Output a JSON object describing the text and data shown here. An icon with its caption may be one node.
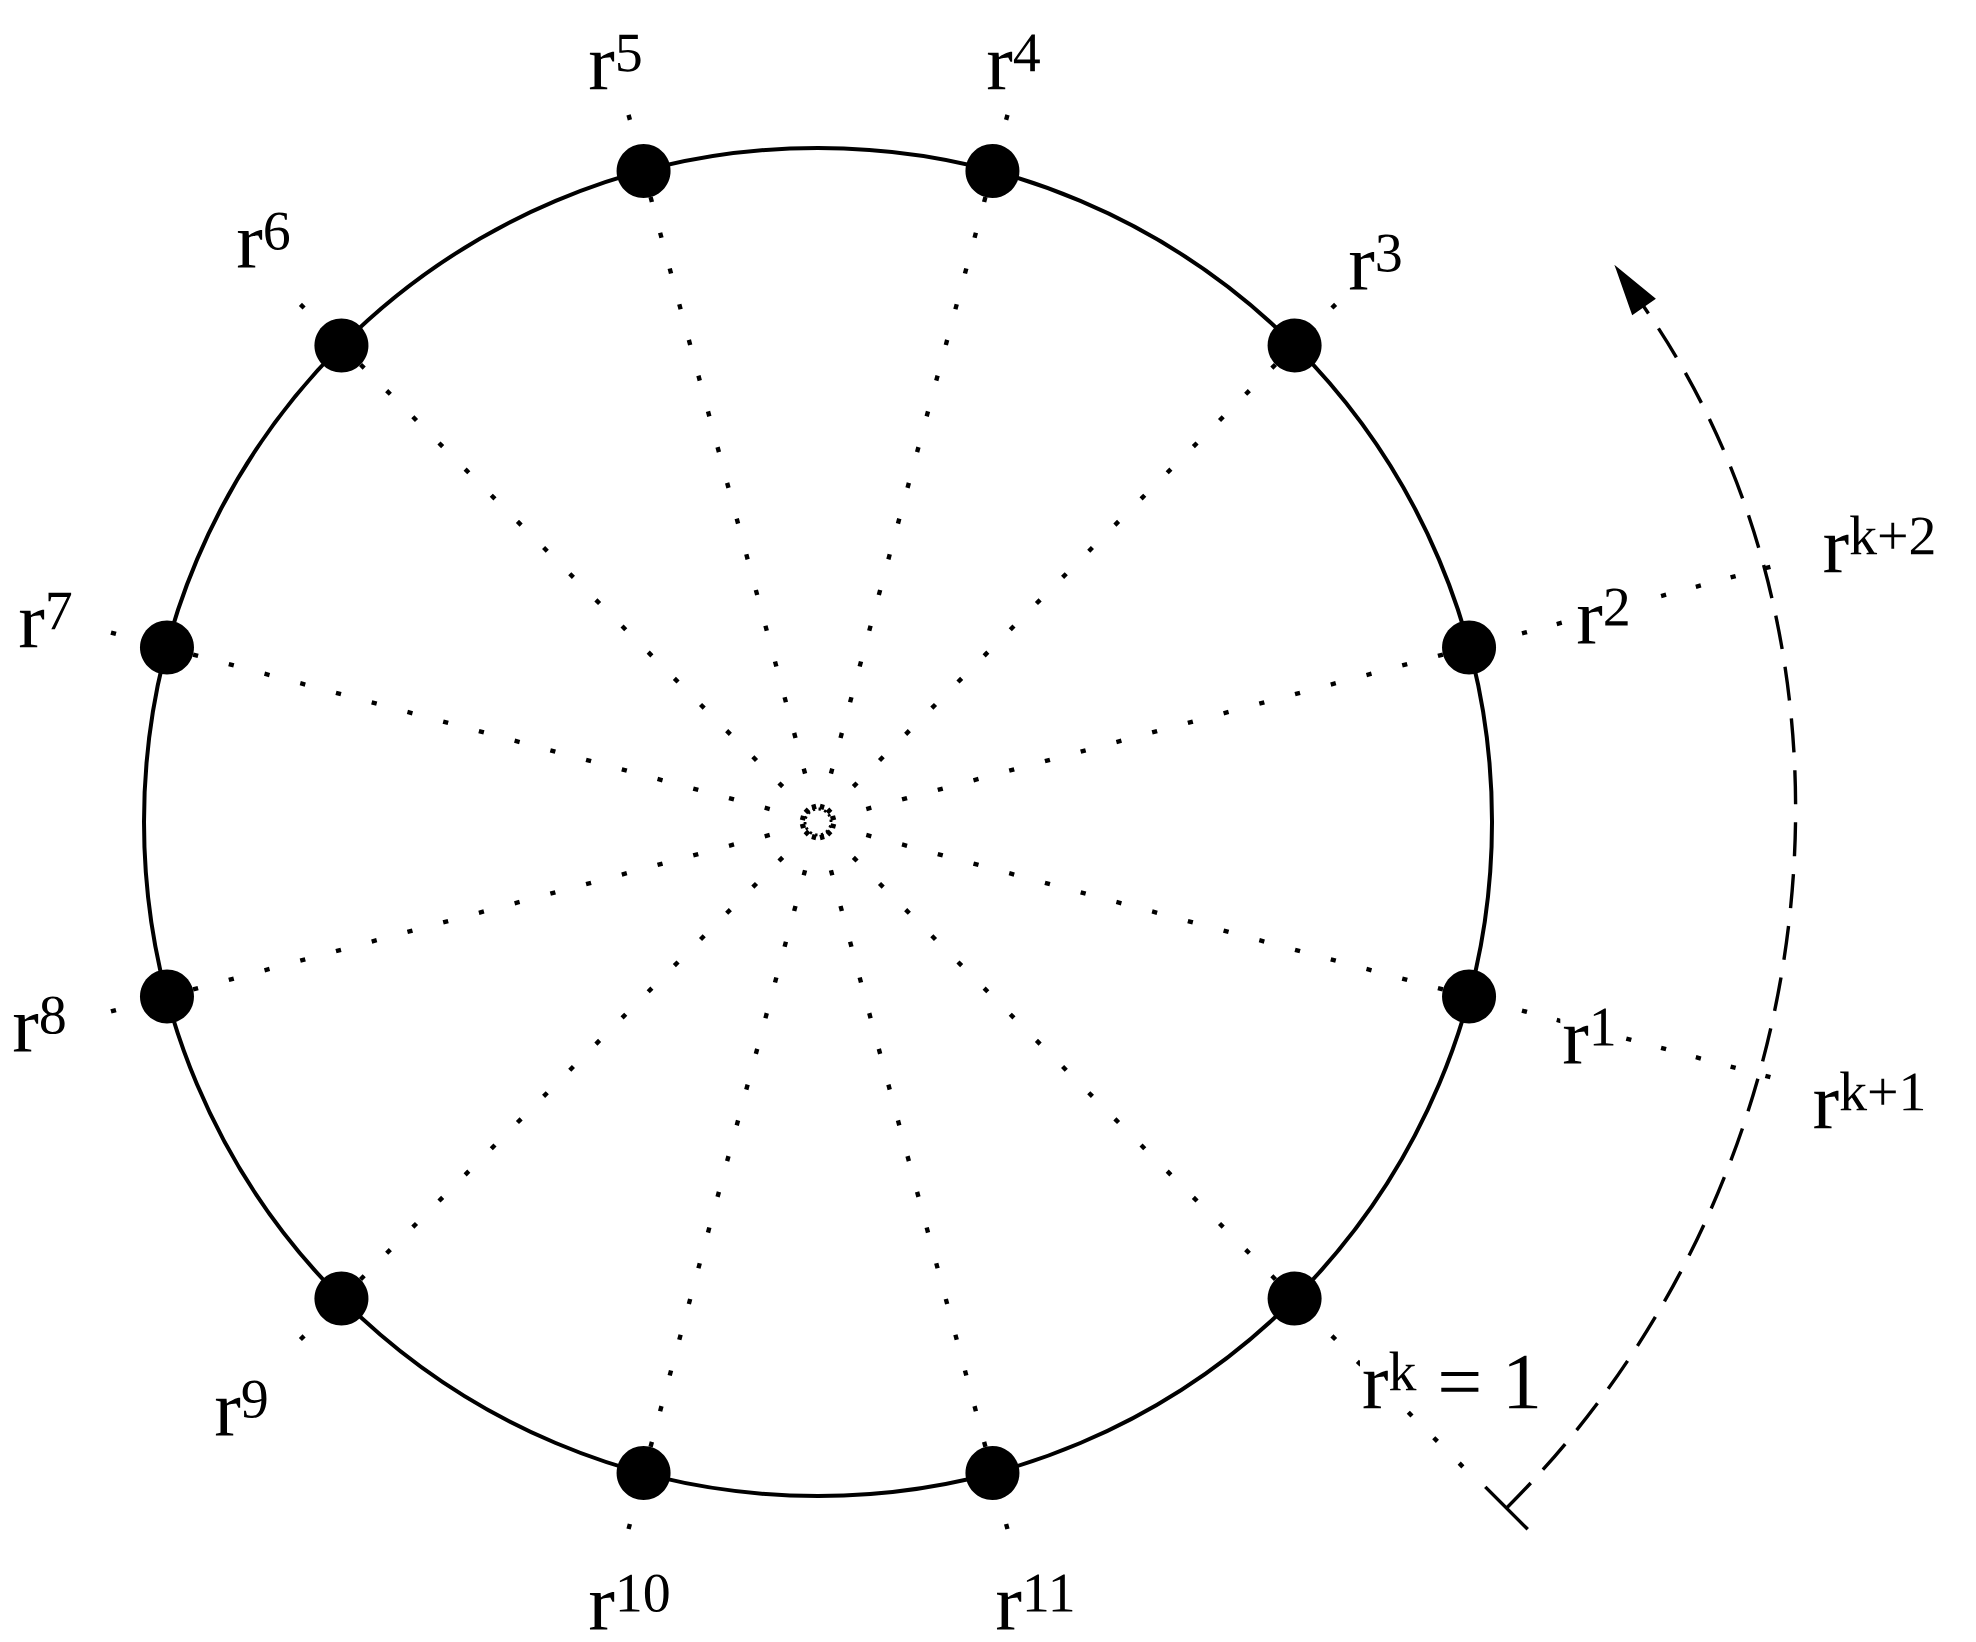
{
  "diagram": {
    "nodes": [
      {
        "text": [],
        "shape": "circle",
        "beside": [
          "r$^{5}$"
        ]
      },
      {
        "text": [],
        "shape": "circle",
        "beside": [
          "r$^{4}$"
        ]
      },
      {
        "text": [],
        "shape": "circle",
        "beside": [
          "r$^{6}$"
        ]
      },
      {
        "text": [],
        "shape": "circle",
        "beside": [
          "r$^{3}$"
        ]
      },
      {
        "text": [],
        "shape": "circle",
        "beside": [
          "r$^{7}$"
        ]
      },
      {
        "text": [],
        "shape": "circle",
        "beside": [
          "r$^{2}$"
        ]
      },
      {
        "text": [],
        "shape": "circle"
      },
      {
        "text": [],
        "shape": "circle",
        "beside": [
          "r$^{8}$"
        ]
      },
      {
        "text": [],
        "shape": "circle",
        "beside": [
          "r$^{1}$"
        ]
      },
      {
        "text": [],
        "shape": "circle",
        "beside": [
          "r$^{9}$"
        ]
      },
      {
        "text": [],
        "shape": "circle",
        "beside": [
          "r$^{k}$ = 1"
        ]
      },
      {
        "text": [],
        "shape": "circle",
        "beside": [
          "r$^{10}$"
        ]
      },
      {
        "text": [],
        "shape": "circle",
        "beside": [
          "r$^{11}$"
        ]
      }
    ],
    "edges": [
      {
        "from": 6,
        "to": 0,
        "arrow": "none"
      },
      {
        "from": 6,
        "to": 1,
        "arrow": "none"
      },
      {
        "from": 6,
        "to": 2,
        "arrow": "none"
      },
      {
        "from": 6,
        "to": 3,
        "arrow": "none"
      },
      {
        "from": 6,
        "to": 4,
        "arrow": "none"
      },
      {
        "from": 6,
        "to": 5,
        "arrow": "none"
      },
      {
        "from": 6,
        "to": 7,
        "arrow": "none"
      },
      {
        "from": 6,
        "to": 8,
        "arrow": "none"
      },
      {
        "from": 6,
        "to": 9,
        "arrow": "none"
      },
      {
        "from": 6,
        "to": 10,
        "arrow": "none"
      },
      {
        "from": 6,
        "to": 11,
        "arrow": "none"
      },
      {
        "from": 6,
        "to": 12,
        "arrow": "none"
      }
    ],
    "labels": [
      "r$^{k+2}$",
      "r$^{k+1}$"
    ]
  }
}
